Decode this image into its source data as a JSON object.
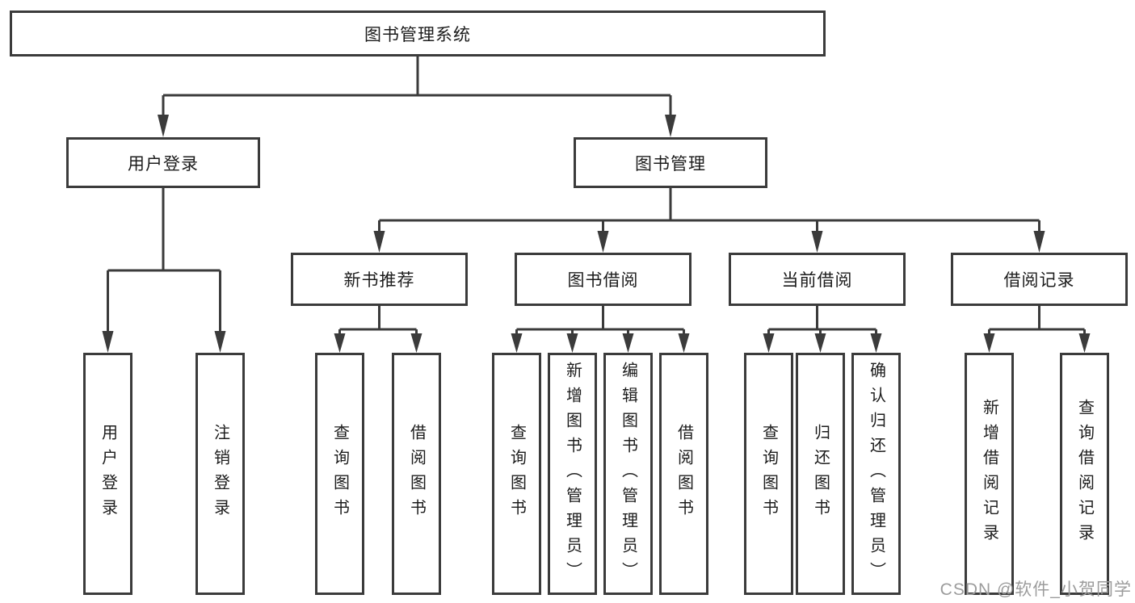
{
  "diagram_title": "图书管理系统",
  "colors": {
    "line": "#3b3b3b",
    "box_border": "#3b3b3b",
    "box_fill": "#ffffff",
    "text": "#1c1c1c",
    "watermark": "#9c9c9c",
    "background": "#ffffff"
  },
  "tree": {
    "root": {
      "label": "图书管理系统"
    },
    "branches": [
      {
        "label": "用户登录",
        "children": [
          {
            "label": "用户登录"
          },
          {
            "label": "注销登录"
          }
        ]
      },
      {
        "label": "图书管理",
        "children": [
          {
            "label": "新书推荐",
            "children": [
              {
                "label": "查询图书"
              },
              {
                "label": "借阅图书"
              }
            ]
          },
          {
            "label": "图书借阅",
            "children": [
              {
                "label": "查询图书"
              },
              {
                "label": "新增图书（管理员）"
              },
              {
                "label": "编辑图书（管理员）"
              },
              {
                "label": "借阅图书"
              }
            ]
          },
          {
            "label": "当前借阅",
            "children": [
              {
                "label": "查询图书"
              },
              {
                "label": "归还图书"
              },
              {
                "label": "确认归还（管理员）"
              }
            ]
          },
          {
            "label": "借阅记录",
            "children": [
              {
                "label": "新增借阅记录"
              },
              {
                "label": "查询借阅记录"
              }
            ]
          }
        ]
      }
    ]
  },
  "watermark": {
    "text": "CSDN @软件_小贺同学"
  }
}
